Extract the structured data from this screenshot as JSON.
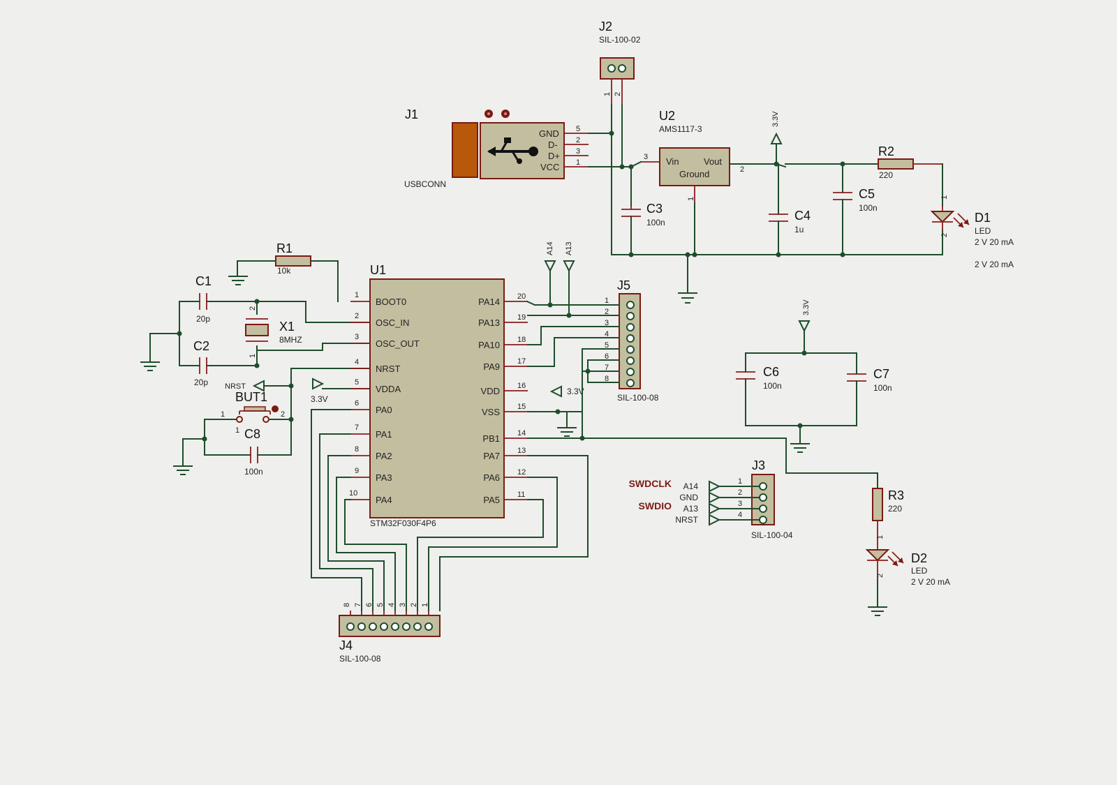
{
  "colors": {
    "wire": "#1e4d2b",
    "component": "#8a1c1c",
    "body_fill": "#c3bea0",
    "background": "#efefed"
  },
  "components": {
    "J1": {
      "ref": "J1",
      "value": "USBCONN",
      "pins": [
        "GND",
        "D-",
        "D+",
        "VCC"
      ],
      "pin_numbers": [
        "5",
        "2",
        "3",
        "1"
      ],
      "icon": "usb-icon"
    },
    "J2": {
      "ref": "J2",
      "value": "SIL-100-02",
      "pin_numbers": [
        "1",
        "2"
      ]
    },
    "U2": {
      "ref": "U2",
      "value": "AMS1117-3",
      "pin_vin": "Vin",
      "pin_vout": "Vout",
      "pin_gnd": "Ground",
      "pin_numbers": [
        "3",
        "2",
        "1"
      ]
    },
    "R2": {
      "ref": "R2",
      "value": "220"
    },
    "C3": {
      "ref": "C3",
      "value": "100n"
    },
    "C4": {
      "ref": "C4",
      "value": "1u"
    },
    "C5": {
      "ref": "C5",
      "value": "100n"
    },
    "D1": {
      "ref": "D1",
      "value": "LED",
      "rating": "2 V 20 mA",
      "rating2": "2 V 20 mA",
      "pin_numbers": [
        "1",
        "2"
      ]
    },
    "R1": {
      "ref": "R1",
      "value": "10k"
    },
    "C1": {
      "ref": "C1",
      "value": "20p"
    },
    "C2": {
      "ref": "C2",
      "value": "20p"
    },
    "X1": {
      "ref": "X1",
      "value": "8MHZ",
      "pin_numbers": [
        "2",
        "1"
      ]
    },
    "BUT1": {
      "ref": "BUT1",
      "pin_numbers": [
        "1",
        "2",
        "1"
      ]
    },
    "C8": {
      "ref": "C8",
      "value": "100n"
    },
    "U1": {
      "ref": "U1",
      "value": "STM32F030F4P6",
      "left_pins": [
        {
          "n": "1",
          "name": "BOOT0"
        },
        {
          "n": "2",
          "name": "OSC_IN"
        },
        {
          "n": "3",
          "name": "OSC_OUT"
        },
        {
          "n": "4",
          "name": "NRST"
        },
        {
          "n": "5",
          "name": "VDDA"
        },
        {
          "n": "6",
          "name": "PA0"
        },
        {
          "n": "7",
          "name": "PA1"
        },
        {
          "n": "8",
          "name": "PA2"
        },
        {
          "n": "9",
          "name": "PA3"
        },
        {
          "n": "10",
          "name": "PA4"
        }
      ],
      "right_pins": [
        {
          "n": "20",
          "name": "PA14"
        },
        {
          "n": "19",
          "name": "PA13"
        },
        {
          "n": "18",
          "name": "PA10"
        },
        {
          "n": "17",
          "name": "PA9"
        },
        {
          "n": "16",
          "name": "VDD"
        },
        {
          "n": "15",
          "name": "VSS"
        },
        {
          "n": "14",
          "name": "PB1"
        },
        {
          "n": "13",
          "name": "PA7"
        },
        {
          "n": "12",
          "name": "PA6"
        },
        {
          "n": "11",
          "name": "PA5"
        }
      ]
    },
    "J5": {
      "ref": "J5",
      "value": "SIL-100-08",
      "pin_numbers": [
        "1",
        "2",
        "3",
        "4",
        "5",
        "6",
        "7",
        "8"
      ]
    },
    "J4": {
      "ref": "J4",
      "value": "SIL-100-08",
      "pin_numbers": [
        "8",
        "7",
        "6",
        "5",
        "4",
        "3",
        "2",
        "1"
      ]
    },
    "C6": {
      "ref": "C6",
      "value": "100n"
    },
    "C7": {
      "ref": "C7",
      "value": "100n"
    },
    "J3": {
      "ref": "J3",
      "value": "SIL-100-04",
      "pin_numbers": [
        "1",
        "2",
        "3",
        "4"
      ],
      "nets": [
        "A14",
        "GND",
        "A13",
        "NRST"
      ],
      "signals": [
        "SWDCLK",
        "",
        "SWDIO",
        ""
      ]
    },
    "R3": {
      "ref": "R3",
      "value": "220"
    },
    "D2": {
      "ref": "D2",
      "value": "LED",
      "rating": "2 V 20 mA",
      "pin_numbers": [
        "1",
        "2"
      ]
    }
  },
  "net_labels": {
    "v33": "3.3V",
    "a14": "A14",
    "a13": "A13",
    "nrst": "NRST"
  }
}
